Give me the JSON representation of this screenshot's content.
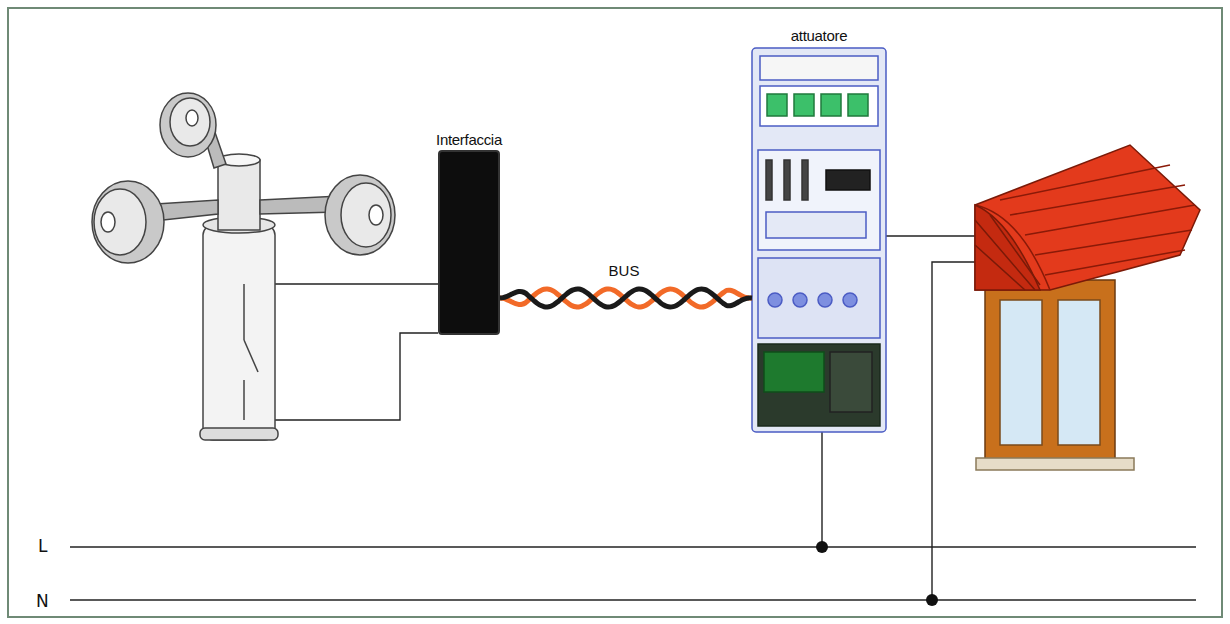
{
  "diagram": {
    "nodes": [
      {
        "text": [
          "Interfaccia"
        ]
      },
      {
        "text": [
          "attuatore"
        ]
      }
    ],
    "edges": [
      {
        "from": 0,
        "to": 1,
        "arrow": "none",
        "label": "BUS"
      }
    ],
    "labels": [
      "L",
      "N"
    ]
  }
}
